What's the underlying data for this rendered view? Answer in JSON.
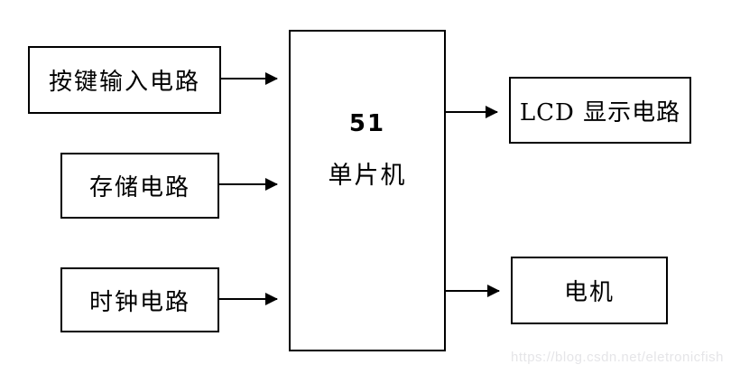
{
  "diagram": {
    "title_implicit": "51 MCU system block diagram",
    "blocks": {
      "key_input": {
        "label": "按键输入电路"
      },
      "storage": {
        "label": "存储电路"
      },
      "clock": {
        "label": "时钟电路"
      },
      "mcu": {
        "label_line1": "51",
        "label_line2": "单片机"
      },
      "lcd": {
        "label": "LCD 显示电路"
      },
      "motor": {
        "label": "电机"
      }
    },
    "connections": [
      {
        "from": "key_input",
        "to": "mcu",
        "direction": "right"
      },
      {
        "from": "storage",
        "to": "mcu",
        "direction": "right"
      },
      {
        "from": "clock",
        "to": "mcu",
        "direction": "right"
      },
      {
        "from": "mcu",
        "to": "lcd",
        "direction": "right"
      },
      {
        "from": "mcu",
        "to": "motor",
        "direction": "right"
      }
    ],
    "colors": {
      "line": "#000000",
      "background": "#ffffff",
      "watermark_text": "#e5e5e8"
    },
    "watermark": "https://blog.csdn.net/eletronicfish"
  }
}
